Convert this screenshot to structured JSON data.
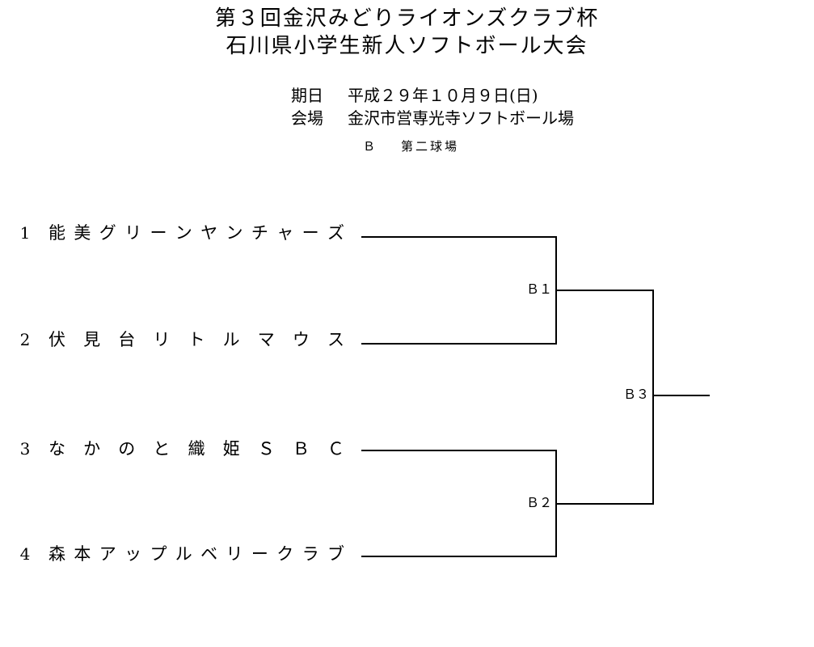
{
  "page": {
    "background": "#ffffff",
    "text_color": "#000000",
    "line_color": "#000000"
  },
  "title": {
    "line1": "第３回金沢みどりライオンズクラブ杯",
    "line2": "石川県小学生新人ソフトボール大会"
  },
  "info": {
    "date_label": "期日",
    "date_value": "平成２９年１０月９日(日)",
    "venue_label": "会場",
    "venue_value": "金沢市営専光寺ソフトボール場",
    "field_code": "Ｂ",
    "field_name": "第二球場"
  },
  "bracket": {
    "teams": [
      {
        "seed": "1",
        "name": "能美グリーンヤンチャーズ"
      },
      {
        "seed": "2",
        "name": "伏見台リトルマウス"
      },
      {
        "seed": "3",
        "name": "なかのと織姫ＳＢＣ"
      },
      {
        "seed": "4",
        "name": "森本アップルベリークラブ"
      }
    ],
    "matches": [
      {
        "label": "Ｂ１"
      },
      {
        "label": "Ｂ２"
      },
      {
        "label": "Ｂ３"
      }
    ]
  }
}
